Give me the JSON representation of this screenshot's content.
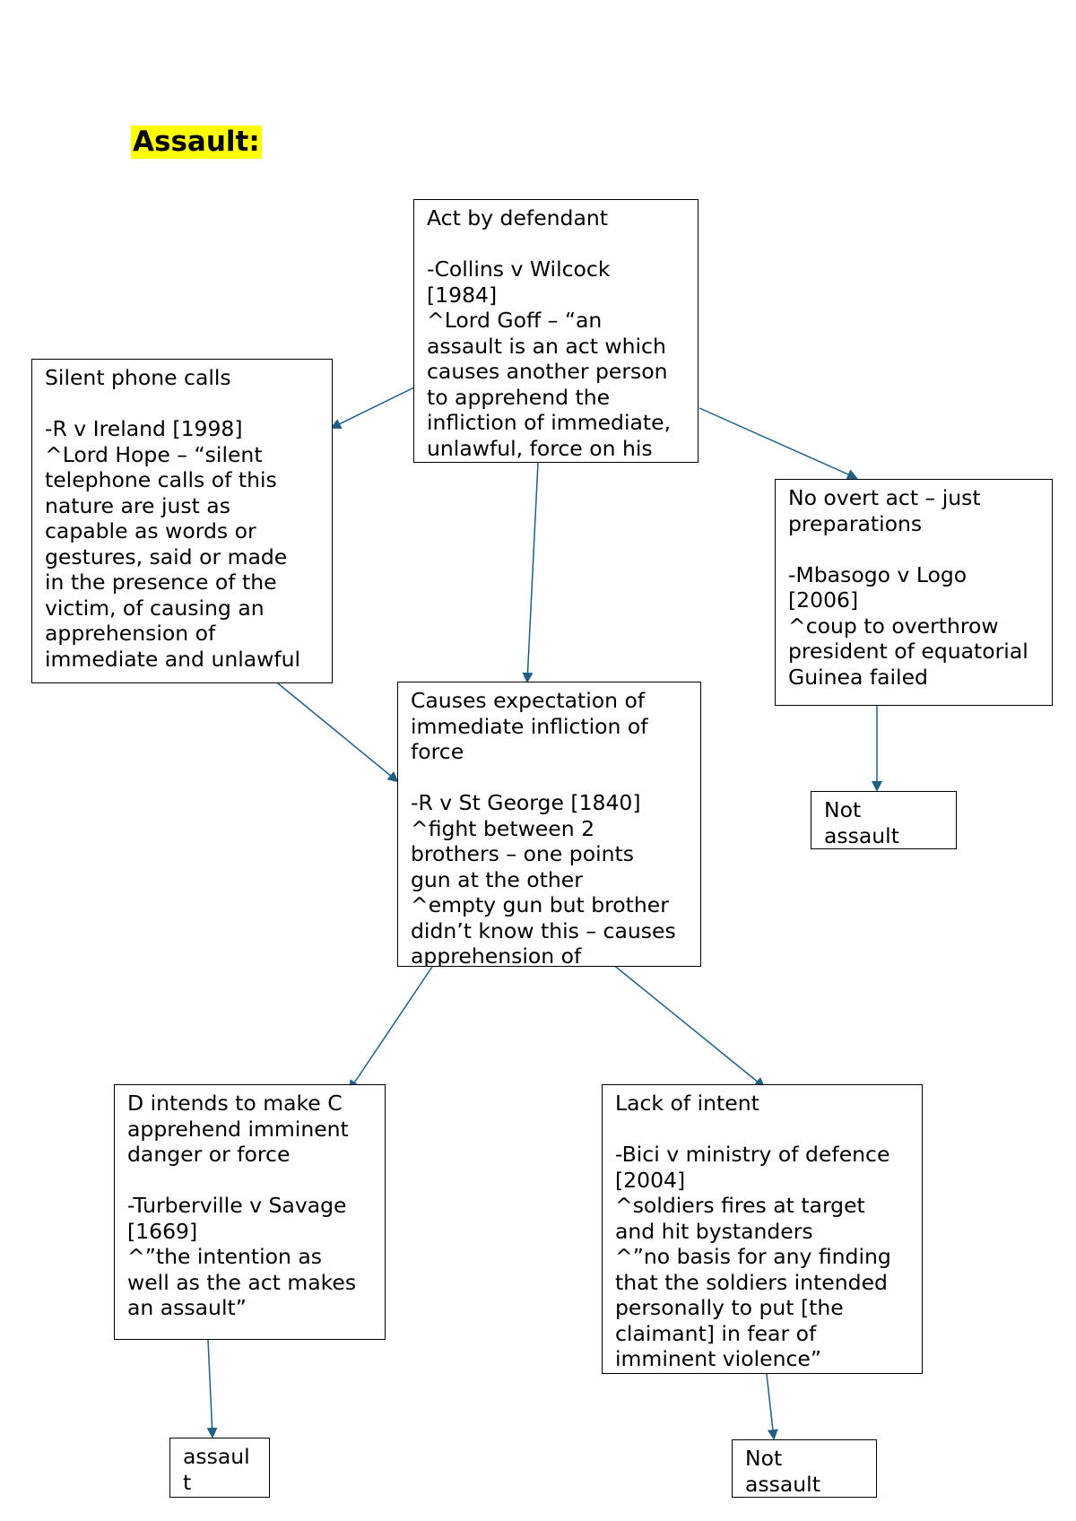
{
  "title": "Assault:",
  "colors": {
    "highlight": "#ffff00",
    "arrow": "#1f5f86",
    "border": "#000000"
  },
  "nodes": {
    "act": {
      "heading": "Act by defendant",
      "case": "-Collins v Wilcock\n[1984]\n^Lord Goff – “an\nassault is an act which\ncauses another person\nto apprehend the\ninfliction of immediate,\nunlawful, force on his"
    },
    "silent": {
      "heading": "Silent phone calls",
      "case": "-R v Ireland [1998]\n^Lord Hope – “silent\ntelephone calls of this\nnature are just as\ncapable as words or\ngestures, said or made\nin the presence of the\nvictim, of causing an\napprehension of\nimmediate and unlawful"
    },
    "overt": {
      "heading": "No overt act – just\npreparations",
      "case": "-Mbasogo v Logo\n[2006]\n^coup to overthrow\npresident of equatorial\nGuinea failed"
    },
    "not_assault_1": {
      "heading": "Not\nassault"
    },
    "expectation": {
      "heading": "Causes expectation of\nimmediate infliction of\nforce",
      "case": "-R v St George [1840]\n^fight between 2\nbrothers – one points\ngun at the other\n^empty gun but brother\ndidn’t know this – causes\napprehension of"
    },
    "intends": {
      "heading": "D intends to make C\napprehend imminent\ndanger or force",
      "case": "-Turberville v Savage\n[1669]\n^”the intention as\nwell as the act makes\nan assault”"
    },
    "lack": {
      "heading": "Lack of intent",
      "case": "-Bici v ministry of defence\n[2004]\n^soldiers fires at target\nand hit bystanders\n^”no basis for any finding\nthat the soldiers intended\npersonally to put [the\nclaimant] in fear of\nimminent violence”"
    },
    "assault_result": {
      "heading": "assaul\nt"
    },
    "not_assault_2": {
      "heading": "Not\nassault"
    }
  }
}
